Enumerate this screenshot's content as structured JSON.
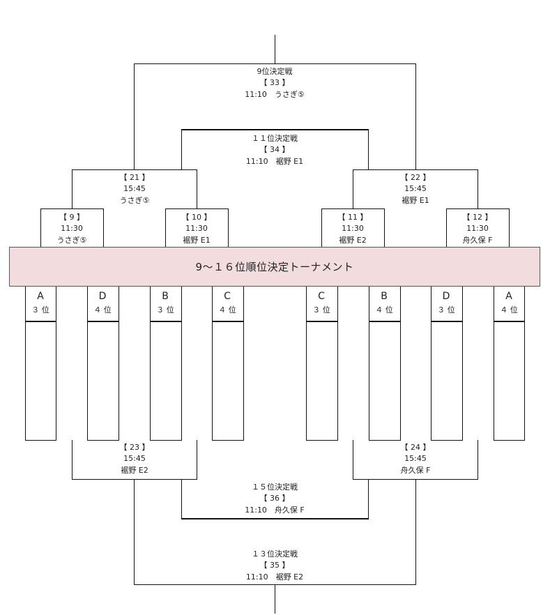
{
  "title": "9～１６位順位決定トーナメント",
  "matches": [
    {
      "id": "m9",
      "lines": [
        "【 9 】",
        "11:30",
        "うさぎ⑤"
      ]
    },
    {
      "id": "m10",
      "lines": [
        "【 10 】",
        "11:30",
        "裾野 E1"
      ]
    },
    {
      "id": "m11",
      "lines": [
        "【 11 】",
        "11:30",
        "裾野 E2"
      ]
    },
    {
      "id": "m12",
      "lines": [
        "【 12 】",
        "11:30",
        "舟久保 F"
      ]
    },
    {
      "id": "m21",
      "lines": [
        "【 21 】",
        "15:45",
        "うさぎ⑤"
      ]
    },
    {
      "id": "m22",
      "lines": [
        "【 22 】",
        "15:45",
        "裾野 E1"
      ]
    },
    {
      "id": "m23",
      "lines": [
        "【 23 】",
        "15:45",
        "裾野 E2"
      ]
    },
    {
      "id": "m24",
      "lines": [
        "【 24 】",
        "15:45",
        "舟久保 F"
      ]
    },
    {
      "id": "m33",
      "lines": [
        "9位決定戦",
        "【 33 】",
        "11:10　うさぎ⑤"
      ]
    },
    {
      "id": "m34",
      "lines": [
        "１１位決定戦",
        "【 34 】",
        "11:10　裾野 E1"
      ]
    },
    {
      "id": "m36",
      "lines": [
        "１５位決定戦",
        "【 36 】",
        "11:10　舟久保 F"
      ]
    },
    {
      "id": "m35",
      "lines": [
        "１３位決定戦",
        "【 35 】",
        "11:10　裾野 E2"
      ]
    }
  ],
  "teams": [
    {
      "group": "A",
      "rank": "３ 位"
    },
    {
      "group": "D",
      "rank": "４ 位"
    },
    {
      "group": "B",
      "rank": "３ 位"
    },
    {
      "group": "C",
      "rank": "４ 位"
    },
    {
      "group": "C",
      "rank": "３ 位"
    },
    {
      "group": "B",
      "rank": "４ 位"
    },
    {
      "group": "D",
      "rank": "３ 位"
    },
    {
      "group": "A",
      "rank": "４ 位"
    }
  ]
}
